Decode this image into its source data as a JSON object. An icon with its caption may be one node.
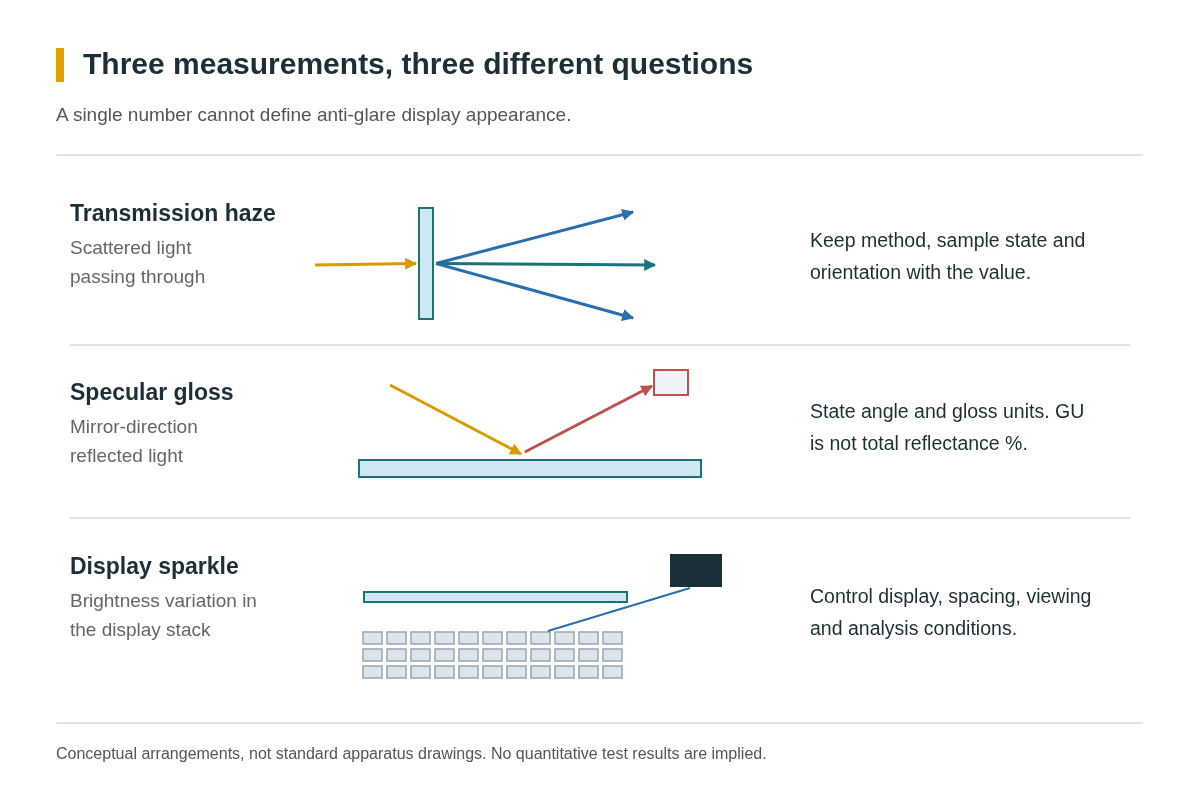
{
  "diagram": {
    "title": "Three measurements, three different questions",
    "caption": "Conceptual arrangements, not standard apparatus drawings. No quantitative test results are implied.",
    "nodes": [
      {
        "text": [],
        "shape": "box"
      },
      {
        "text": [],
        "shape": "bar"
      },
      {
        "text": [],
        "shape": "box"
      },
      {
        "text": [],
        "shape": "bar"
      },
      {
        "text": [],
        "shape": "box"
      },
      {
        "text": [],
        "shape": "grid"
      }
    ],
    "edges": [
      {
        "from": null,
        "to": 0,
        "arrow": "to",
        "color": "#d99a00"
      },
      {
        "from": 0,
        "to": null,
        "arrow": "to"
      },
      {
        "from": 0,
        "to": null,
        "arrow": "to",
        "color": "#1a7478"
      },
      {
        "from": 0,
        "to": null,
        "arrow": "to"
      },
      {
        "from": null,
        "to": 1,
        "arrow": "to",
        "color": "#d99a00"
      },
      {
        "from": 1,
        "to": 2,
        "arrow": "to",
        "color": "#c0504d"
      },
      {
        "from": 4,
        "to": 5,
        "arrow": "none"
      }
    ],
    "labels": [
      "A single number cannot define anti-glare display appearance.",
      "Transmission haze",
      "Scattered light passing through",
      "Keep method, sample state and orientation with the value.",
      "Specular gloss",
      "Mirror-direction reflected light",
      "State angle and gloss units. GU is not total reflectance %.",
      "Display sparkle",
      "Brightness variation in the display stack",
      "Control display, spacing, viewing and analysis conditions."
    ]
  }
}
